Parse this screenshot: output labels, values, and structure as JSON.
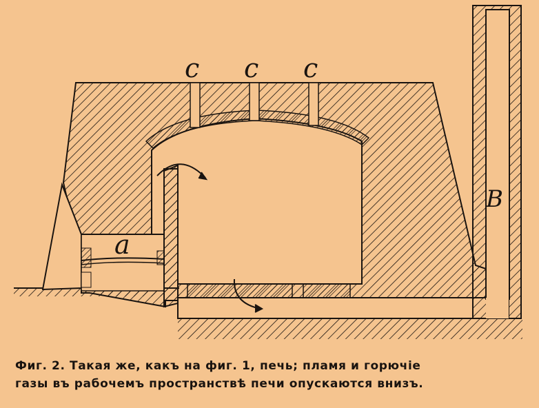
{
  "figure": {
    "labels": {
      "c1": "c",
      "c2": "c",
      "c3": "c",
      "a": "a",
      "b": "B"
    }
  },
  "caption": {
    "line1": "Фиг. 2. Такая же, какъ на фиг. 1, печь; пламя и горючіе",
    "line2": "газы въ рабочемъ пространствѣ печи опускаются внизъ."
  },
  "colors": {
    "paper": "#f5c48f",
    "ink": "#1a1410"
  }
}
